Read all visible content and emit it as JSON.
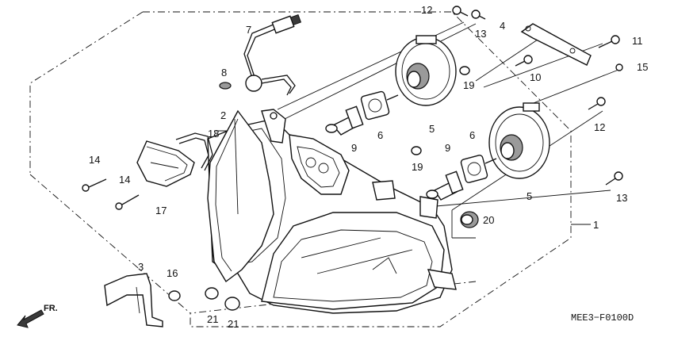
{
  "diagram": {
    "code": "MEE3−F0100D",
    "direction_label": "FR.",
    "callouts": [
      {
        "id": "c1",
        "text": "1"
      },
      {
        "id": "c2",
        "text": "2"
      },
      {
        "id": "c3",
        "text": "3"
      },
      {
        "id": "c4",
        "text": "4"
      },
      {
        "id": "c5a",
        "text": "5"
      },
      {
        "id": "c5b",
        "text": "5"
      },
      {
        "id": "c6a",
        "text": "6"
      },
      {
        "id": "c6b",
        "text": "6"
      },
      {
        "id": "c7",
        "text": "7"
      },
      {
        "id": "c8",
        "text": "8"
      },
      {
        "id": "c9a",
        "text": "9"
      },
      {
        "id": "c9b",
        "text": "9"
      },
      {
        "id": "c10",
        "text": "10"
      },
      {
        "id": "c11",
        "text": "11"
      },
      {
        "id": "c12a",
        "text": "12"
      },
      {
        "id": "c12b",
        "text": "12"
      },
      {
        "id": "c13a",
        "text": "13"
      },
      {
        "id": "c13b",
        "text": "13"
      },
      {
        "id": "c14a",
        "text": "14"
      },
      {
        "id": "c14b",
        "text": "14"
      },
      {
        "id": "c15",
        "text": "15"
      },
      {
        "id": "c16",
        "text": "16"
      },
      {
        "id": "c17",
        "text": "17"
      },
      {
        "id": "c18",
        "text": "18"
      },
      {
        "id": "c19a",
        "text": "19"
      },
      {
        "id": "c19b",
        "text": "19"
      },
      {
        "id": "c20",
        "text": "20"
      },
      {
        "id": "c21a",
        "text": "21"
      },
      {
        "id": "c21b",
        "text": "21"
      }
    ]
  }
}
